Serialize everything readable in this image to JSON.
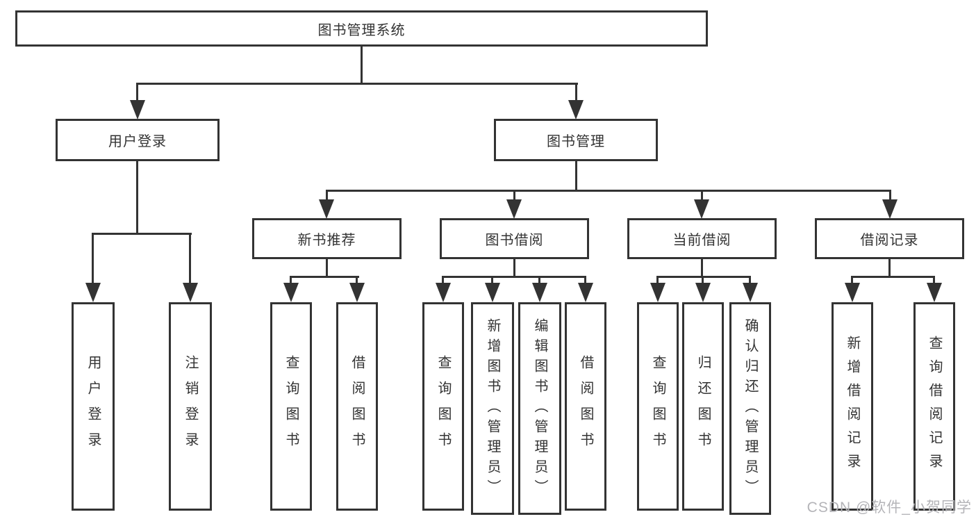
{
  "colors": {
    "line": "#333333",
    "background": "#ffffff",
    "watermark": "#b4b4b8"
  },
  "watermark": {
    "text": "CSDN @软件_小贺同学"
  },
  "tree": {
    "label": "图书管理系统",
    "children": [
      {
        "label": "用户登录",
        "children": [
          {
            "label": "用户登录"
          },
          {
            "label": "注销登录"
          }
        ]
      },
      {
        "label": "图书管理",
        "children": [
          {
            "label": "新书推荐",
            "children": [
              {
                "label": "查询图书"
              },
              {
                "label": "借阅图书"
              }
            ]
          },
          {
            "label": "图书借阅",
            "children": [
              {
                "label": "查询图书"
              },
              {
                "label": "新增图书（管理员）"
              },
              {
                "label": "编辑图书（管理员）"
              },
              {
                "label": "借阅图书"
              }
            ]
          },
          {
            "label": "当前借阅",
            "children": [
              {
                "label": "查询图书"
              },
              {
                "label": "归还图书"
              },
              {
                "label": "确认归还（管理员）"
              }
            ]
          },
          {
            "label": "借阅记录",
            "children": [
              {
                "label": "新增借阅记录"
              },
              {
                "label": "查询借阅记录"
              }
            ]
          }
        ]
      }
    ]
  }
}
